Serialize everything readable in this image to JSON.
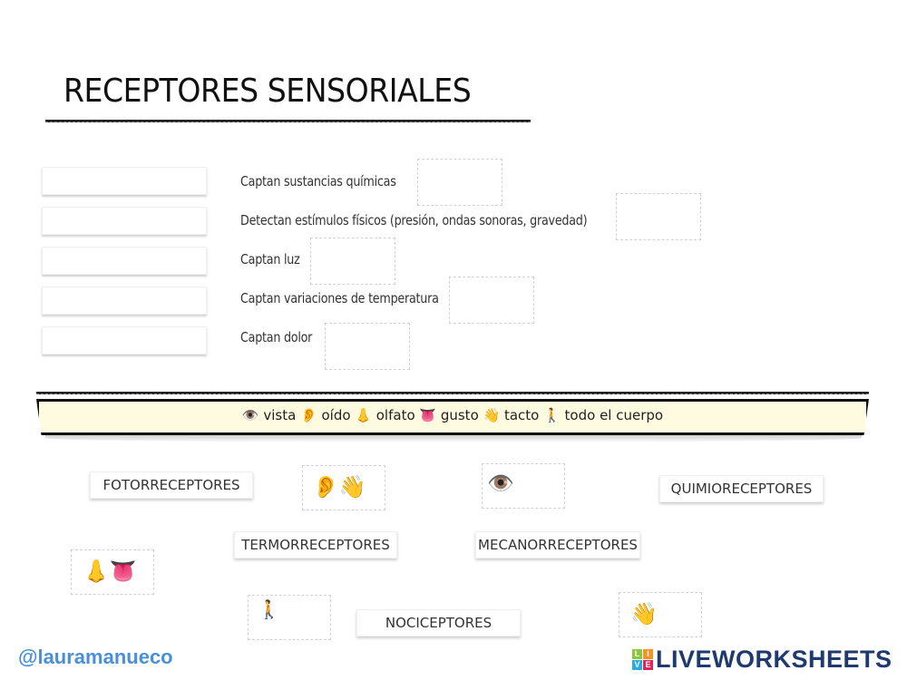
{
  "title": "RECEPTORES SENSORIALES",
  "rows": [
    {
      "description": "Captan sustancias químicas"
    },
    {
      "description": "Detectan estímulos físicos (presión, ondas sonoras, gravedad)"
    },
    {
      "description": "Captan luz"
    },
    {
      "description": "Captan variaciones de temperatura"
    },
    {
      "description": "Captan dolor"
    }
  ],
  "legend": {
    "items": [
      {
        "icon": "👁️",
        "label": "vista"
      },
      {
        "icon": "👂",
        "label": "oído"
      },
      {
        "icon": "👃",
        "label": "olfato"
      },
      {
        "icon": "👅",
        "label": "gusto"
      },
      {
        "icon": "👋",
        "label": "tacto"
      },
      {
        "icon": "🚶",
        "label": "todo el cuerpo"
      }
    ],
    "text": "👁️ vista 👂 oído 👃 olfato 👅 gusto 👋 tacto 🚶 todo el cuerpo"
  },
  "draggable_labels": {
    "fotorreceptores": "FOTORRECEPTORES",
    "quimioreceptores": "QUIMIORECEPTORES",
    "termorreceptores": "TERMORRECEPTORES",
    "mecanorreceptores": "MECANORRECEPTORES",
    "nociceptores": "NOCICEPTORES"
  },
  "draggable_icons": {
    "ear_hand": "👂👋",
    "eye": "👁️",
    "nose_tongue": "👃👅",
    "person": "🚶",
    "hand": "👋"
  },
  "footer": {
    "handle": "@lauramanueco",
    "logo_letters": [
      "L",
      "I",
      "V",
      "E"
    ],
    "logo_text": "LIVEWORKSHEETS",
    "logo_colors": [
      "#8cc63f",
      "#f7931e",
      "#29abe2",
      "#e0245e"
    ]
  }
}
